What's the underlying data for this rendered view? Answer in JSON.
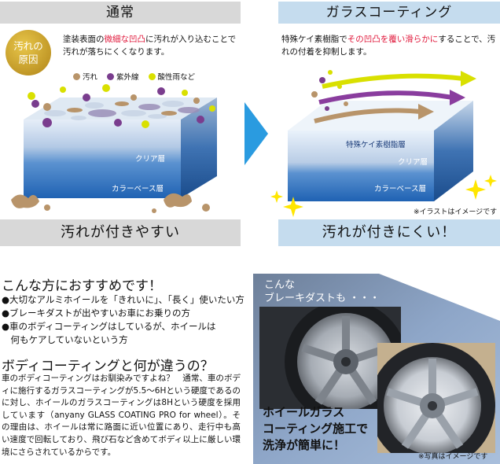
{
  "left_panel": {
    "header": "通常",
    "badge": "汚れの\n原因",
    "description_parts": [
      "塗装表面の",
      "微細な凹凸",
      "に汚れが入り込むことで汚れが落ちにくくなります。"
    ],
    "legend": [
      {
        "label": "汚れ",
        "color": "#b8946a"
      },
      {
        "label": "紫外線",
        "color": "#7a3d8e"
      },
      {
        "label": "酸性雨など",
        "color": "#d9e000"
      }
    ],
    "layers": [
      "クリア層",
      "カラーベース層"
    ],
    "footer": "汚れが付きやすい"
  },
  "right_panel": {
    "header": "ガラスコーティング",
    "description_parts": [
      "特殊ケイ素樹脂で",
      "その凹凸を覆い滑らかに",
      "することで、汚れの付着を抑制します。"
    ],
    "layers": [
      "特殊ケイ素樹脂層",
      "クリア層",
      "カラーベース層"
    ],
    "note": "※イラストはイメージです",
    "footer": "汚れが付きにくい！"
  },
  "recommend": {
    "title": "こんな方におすすめです！",
    "items": [
      "●大切なアルミホイールを「きれいに」、「長く」使いたい方",
      "●ブレーキダストが出やすいお車にお乗りの方",
      "●車のボディコーティングはしているが、ホイールは",
      "　何もケアしていないという方"
    ]
  },
  "difference": {
    "title": "ボディコーティングと何が違うの？",
    "body": "車のボディコーティングはお馴染みですよね？　通常、車のボディに施行するガラスコーティングが5.5〜6Hという硬度であるのに対し、ホイールのガラスコーティングは8Hという硬度を採用しています（anyany GLASS COATING PRO for wheel）。その理由は、ホイールは常に路面に近い位置にあり、走行中も高い速度で回転しており、飛び石など含めてボディ以上に厳しい環境にさらされているからです。"
  },
  "photo_panel": {
    "caption_top": "こんな\nブレーキダストも ・・・",
    "caption_bottom": "ホイールガラス\nコーティング施工で\n洗浄が簡単に！",
    "note": "※写真はイメージです"
  }
}
